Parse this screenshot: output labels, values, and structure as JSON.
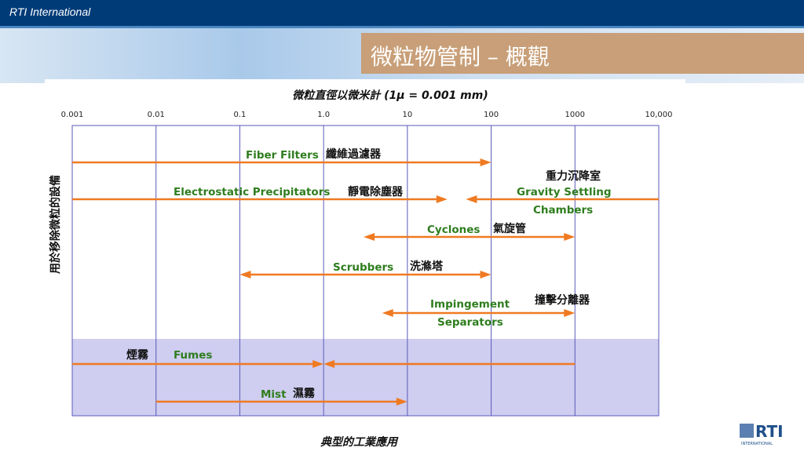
{
  "header": {
    "org": "RTI International"
  },
  "slide": {
    "title": "微粒物管制 – 概觀"
  },
  "chart_data": {
    "type": "range",
    "title": "微粒直徑以微米計 (1μ = 0.001 mm)",
    "xlabel": "典型的工業應用",
    "ylabel": "用於移除微粒的設備",
    "x_scale": "log",
    "x_ticks": [
      "0.001",
      "0.01",
      "0.1",
      "1.0",
      "10",
      "100",
      "1000",
      "10,000"
    ],
    "x_tick_values": [
      0.001,
      0.01,
      0.1,
      1,
      10,
      100,
      1000,
      10000
    ],
    "equipment": [
      {
        "label_en": "Fiber Filters",
        "label_zh": "纖維過濾器",
        "from": 0.001,
        "to": 100
      },
      {
        "label_en": "Electrostatic Precipitators",
        "label_zh": "靜電除塵器",
        "from": 0.001,
        "to": 30
      },
      {
        "label_en": "Gravity Settling",
        "label_en2": "Chambers",
        "label_zh": "重力沉降室",
        "from": 50,
        "to": 10000
      },
      {
        "label_en": "Cyclones",
        "label_zh": "氣旋管",
        "from": 3,
        "to": 1000
      },
      {
        "label_en": "Scrubbers",
        "label_zh": "洗滌塔",
        "from": 0.1,
        "to": 100
      },
      {
        "label_en": "Impingement",
        "label_en2": "Separators",
        "label_zh": "撞擊分離器",
        "from": 5,
        "to": 1000
      }
    ],
    "applications": [
      {
        "label_en": "Fumes",
        "label_zh": "煙霧",
        "ranges": [
          [
            0.001,
            1
          ],
          [
            1,
            1000
          ]
        ]
      },
      {
        "label_en": "Mist",
        "label_zh": "濕霧",
        "from": 0.01,
        "to": 10
      }
    ],
    "colors": {
      "arrow": "#ef7a22",
      "label": "#2e7d1e",
      "grid": "#5a5ab8",
      "shade": "#cfcdf0"
    }
  },
  "logo": {
    "text": "RTI",
    "sub": "INTERNATIONAL"
  }
}
